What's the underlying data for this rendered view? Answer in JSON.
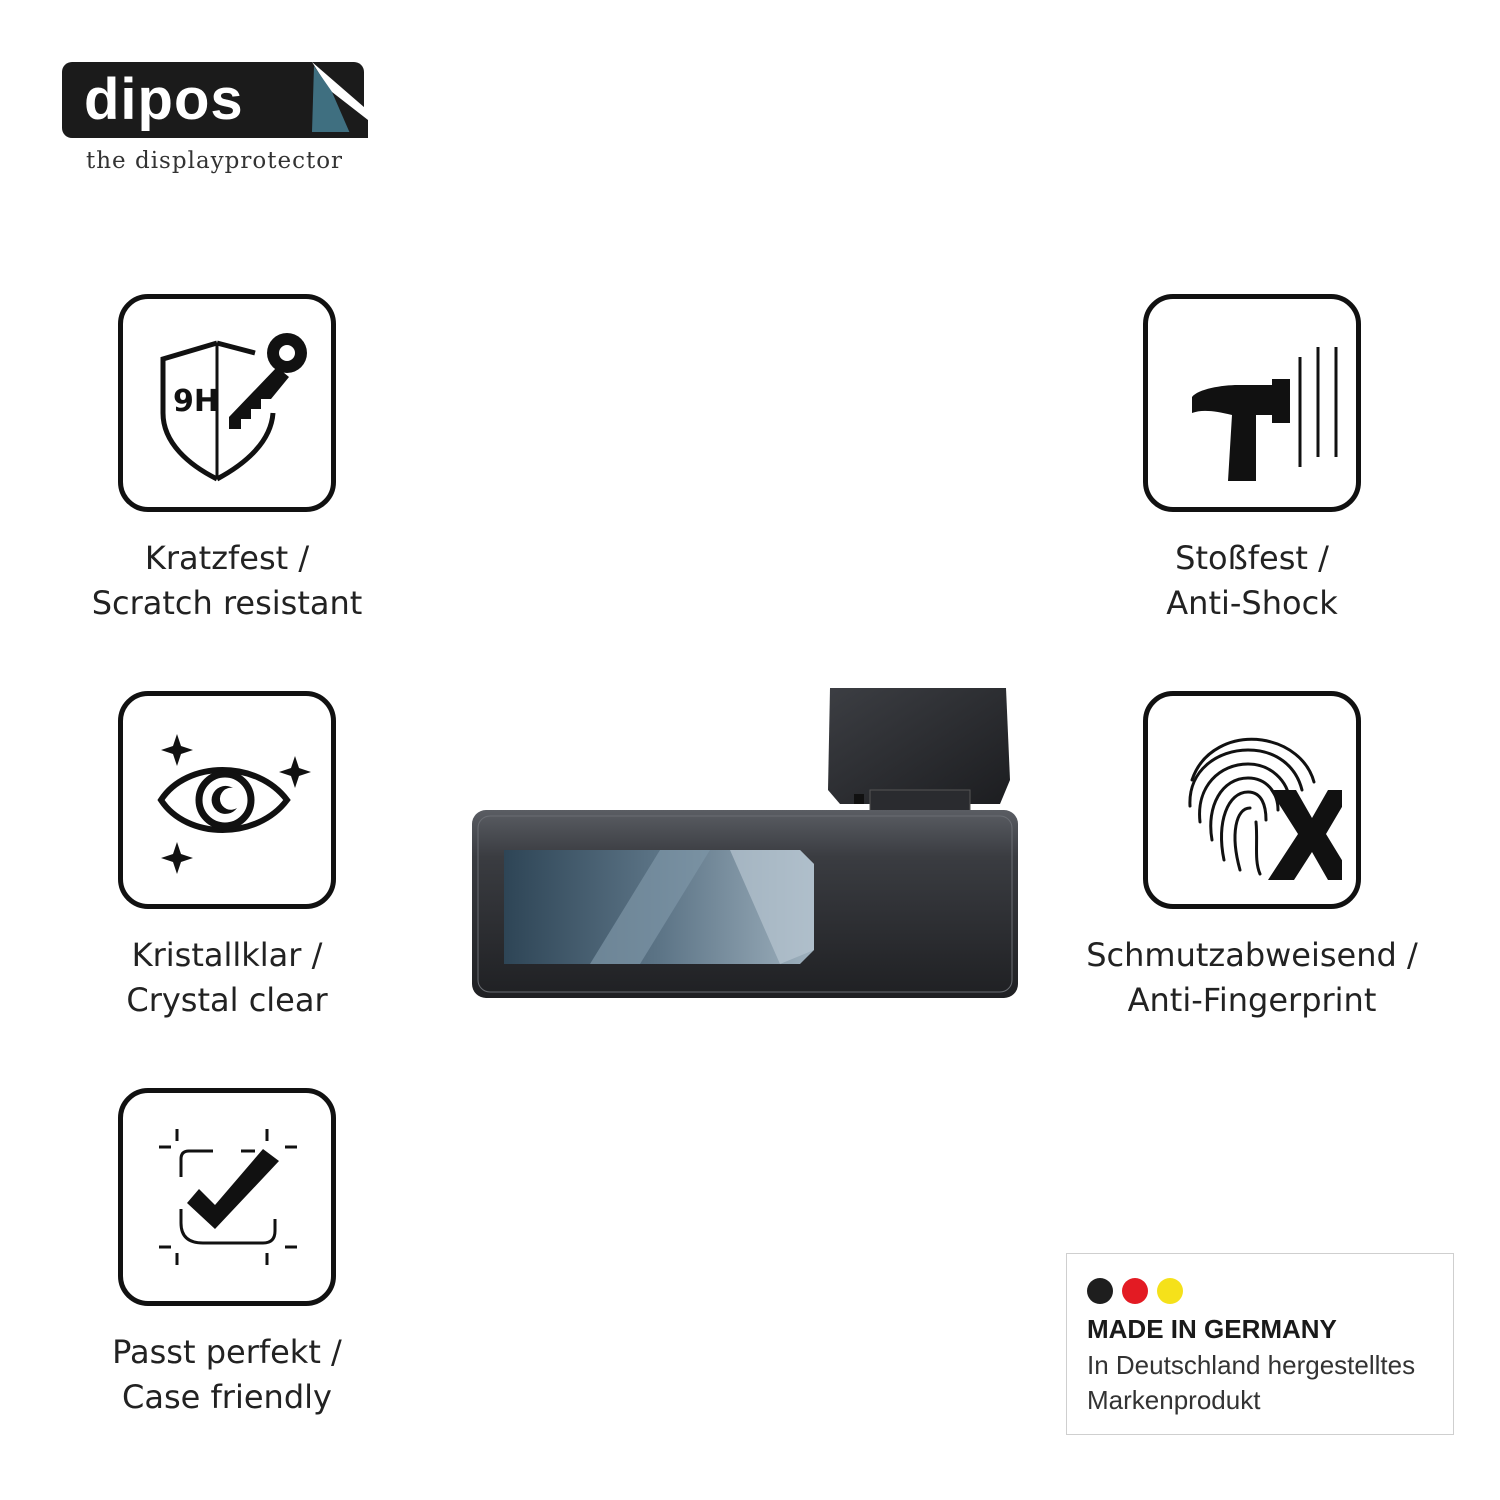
{
  "logo": {
    "wordmark": "dipos",
    "tagline": "the displayprotector"
  },
  "features": [
    {
      "id": "scratch",
      "icon": "shield-key-icon",
      "badge_text": "9H",
      "line1": "Kratzfest /",
      "line2": "Scratch resistant"
    },
    {
      "id": "clear",
      "icon": "eye-sparkle-icon",
      "line1": "Kristallklar /",
      "line2": "Crystal clear"
    },
    {
      "id": "fit",
      "icon": "checkmark-frame-icon",
      "line1": "Passt perfekt /",
      "line2": "Case friendly"
    },
    {
      "id": "shock",
      "icon": "hammer-icon",
      "line1": "Stoßfest /",
      "line2": "Anti-Shock"
    },
    {
      "id": "fingerprint",
      "icon": "fingerprint-x-icon",
      "line1": "Schmutzabweisend /",
      "line2": "Anti-Fingerprint"
    }
  ],
  "product": {
    "icon": "dashcam-device-icon"
  },
  "badge": {
    "title": "MADE IN GERMANY",
    "line1": "In Deutschland hergestelltes",
    "line2": "Markenprodukt",
    "flag_colors": [
      "#1e1e1e",
      "#e31b23",
      "#f5e11a"
    ]
  },
  "colors": {
    "logo_bg": "#1b1b1b",
    "logo_accent": "#3f6f80",
    "icon_stroke": "#111111"
  }
}
